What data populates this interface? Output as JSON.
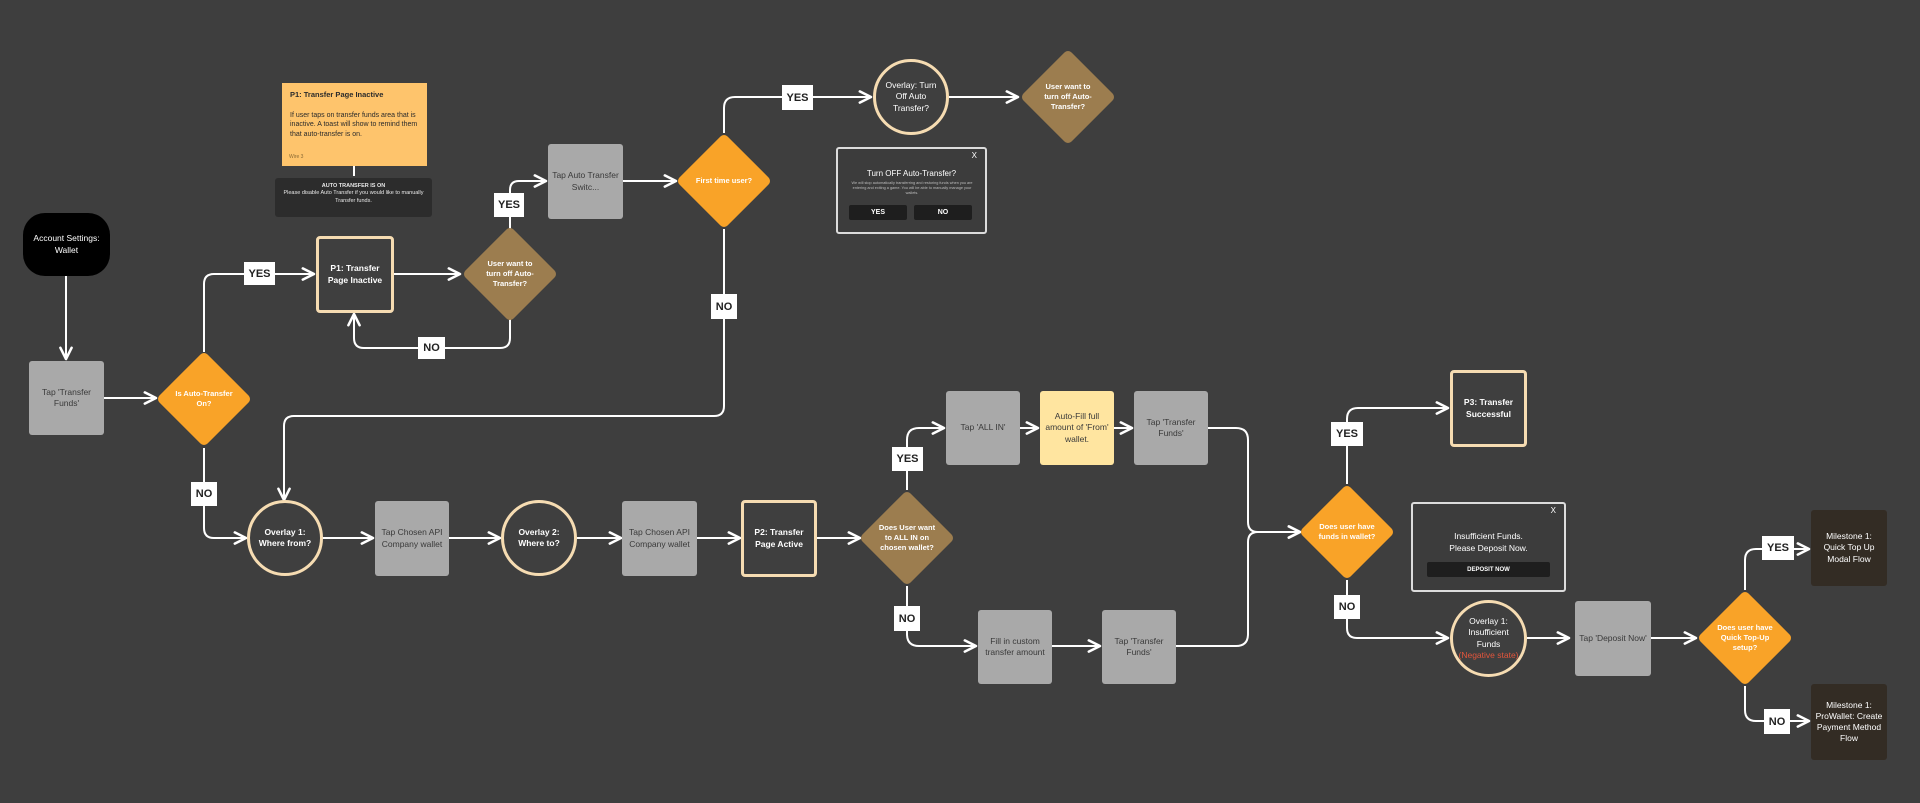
{
  "nodes": {
    "account": "Account Settings: Wallet",
    "tap_transfer_1": "Tap 'Transfer Funds'",
    "p1_inactive": "P1: Transfer Page Inactive",
    "tap_auto_switch": "Tap Auto Transfer Switc...",
    "overlay_turn_off": "Overlay: Turn Off Auto Transfer?",
    "overlay1_from": "Overlay 1: Where from?",
    "tap_chosen_1": "Tap Chosen API Company wallet",
    "overlay2_to": "Overlay 2: Where to?",
    "tap_chosen_2": "Tap Chosen API Company wallet",
    "p2_active": "P2: Transfer Page Active",
    "tap_all_in": "Tap 'ALL IN'",
    "autofill": "Auto-Fill full amount of 'From' wallet.",
    "tap_transfer_2": "Tap 'Transfer Funds'",
    "fill_custom": "Fill in custom transfer amount",
    "tap_transfer_3": "Tap 'Transfer Funds'",
    "p3_success": "P3: Transfer Successful",
    "overlay_insufficient_title": "Overlay 1: Insufficient Funds",
    "overlay_insufficient_neg": "(Negative state)",
    "tap_deposit": "Tap 'Deposit Now'",
    "milestone_quick": "Milestone 1: Quick Top Up Modal Flow",
    "milestone_prowallet": "Milestone 1: ProWallet: Create Payment Method Flow"
  },
  "decisions": {
    "auto_on": "Is Auto-Transfer On?",
    "turn_off_1": "User want to turn off Auto-Transfer?",
    "first_time": "First time user?",
    "turn_off_2": "User want to turn off Auto-Transfer?",
    "all_in": "Does User want to ALL IN on chosen wallet?",
    "has_funds": "Does user have funds in wallet?",
    "quick_topup": "Does user have Quick Top-Up setup?"
  },
  "labels": {
    "yes": "YES",
    "no": "NO"
  },
  "note": {
    "title": "P1: Transfer Page Inactive",
    "body": "If user taps on transfer funds area that is inactive. A toast will show to remind them that auto-transfer is on.",
    "footer": "Wire 3"
  },
  "toast": {
    "title": "AUTO TRANSFER IS ON",
    "body": "Please disable Auto Transfer if you would like to manually Transfer funds."
  },
  "modal_turnoff": {
    "close": "X",
    "title": "Turn OFF Auto-Transfer?",
    "body": "We will stop automatically transferring and restoring funds when you are entering and exiting a game. You will be able to manually manage your wallets.",
    "yes": "YES",
    "no": "NO"
  },
  "modal_insufficient": {
    "close": "X",
    "line1": "Insufficient Funds.",
    "line2": "Please Deposit Now.",
    "button": "DEPOSIT NOW"
  },
  "colors": {
    "background": "#3e3e3e",
    "connector": "#ffffff",
    "decision_orange": "#f9a328",
    "decision_brown": "#9c7d4f",
    "step_gray": "#a9a9a9",
    "highlight_outline": "#f6dcb2",
    "note_orange": "#fec46c",
    "autofill_yellow": "#ffe5a0",
    "milestone_dark": "#332c24",
    "negative_red": "#e2553c"
  }
}
